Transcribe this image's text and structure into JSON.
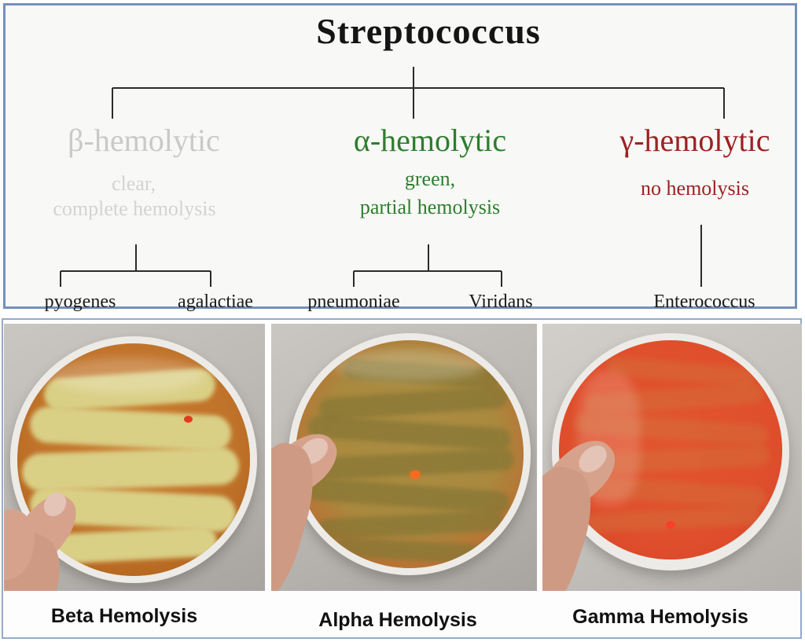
{
  "title": "Streptococcus",
  "branches": {
    "beta": {
      "label": "β-hemolytic",
      "desc1": "clear,",
      "desc2": "complete hemolysis",
      "color": "#c9c9c9",
      "child1": "pyogenes",
      "child2": "agalactiae"
    },
    "alpha": {
      "label": "α-hemolytic",
      "desc1": "green,",
      "desc2": "partial hemolysis",
      "color": "#2e7d2e",
      "child1": "pneumoniae",
      "child2": "Viridans"
    },
    "gamma": {
      "label": "γ-hemolytic",
      "desc1": "no hemolysis",
      "color": "#9c2121",
      "child1": "Enterococcus"
    }
  },
  "photos": {
    "beta": {
      "caption": "Beta Hemolysis",
      "agar_color": "#c0732a",
      "streak_color": "#d9cf85"
    },
    "alpha": {
      "caption": "Alpha Hemolysis",
      "agar_color": "#a9893e",
      "streak_color": "#877736"
    },
    "gamma": {
      "caption": "Gamma Hemolysis",
      "agar_color": "#e04f2c",
      "streak_color": "#cf7a40"
    }
  },
  "colors": {
    "panel_border": "#7390ba",
    "connector_line": "#2b2b2b",
    "photo_background": "#b9b6b1",
    "dish_rim": "#edebe7",
    "title_text": "#151515",
    "species_text": "#1a1a1a"
  }
}
